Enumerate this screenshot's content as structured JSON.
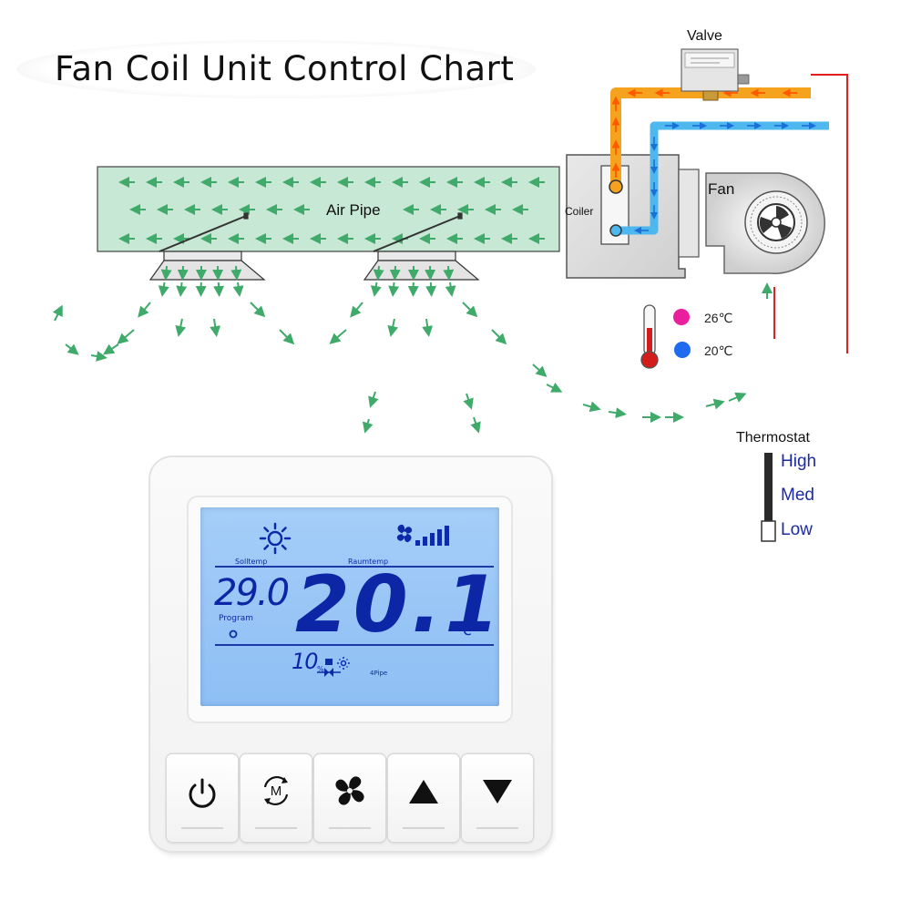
{
  "title": "Fan Coil Unit Control Chart",
  "labels": {
    "valve": "Valve",
    "air_pipe": "Air Pipe",
    "coiler": "Coiler",
    "fan": "Fan",
    "thermostat": "Thermostat"
  },
  "temperatures": {
    "hot": {
      "label": "26℃",
      "color": "#ea1f9e"
    },
    "cold": {
      "label": "20℃",
      "color": "#1f6bf0"
    }
  },
  "thermostat_levels": [
    "High",
    "Med",
    "Low"
  ],
  "thermostat_setting": "Low",
  "display": {
    "mode_icon": "sun-icon",
    "fan_speed_bars": 5,
    "solltemp_label": "Solltemp",
    "raumtemp_label": "Raumtemp",
    "setpoint": "29.0",
    "program_label": "Program",
    "room_temp": "20.1",
    "unit": "°c",
    "valve_percent": "10",
    "percent_sign": "%",
    "pipe_mode": "4Pipe"
  },
  "buttons": [
    {
      "name": "power-button",
      "icon": "power-icon"
    },
    {
      "name": "mode-button",
      "icon": "mode-m-icon",
      "glyph": "M"
    },
    {
      "name": "fan-button",
      "icon": "fan-icon"
    },
    {
      "name": "up-button",
      "icon": "triangle-up-icon"
    },
    {
      "name": "down-button",
      "icon": "triangle-down-icon"
    }
  ],
  "colors": {
    "airflow": "#3faa6a",
    "air_pipe_fill": "#c6e8d4",
    "hot_water": "#f5a21e",
    "cold_water": "#4db7ee",
    "wire": "#e02020",
    "lcd_text": "#0d2aa8"
  }
}
